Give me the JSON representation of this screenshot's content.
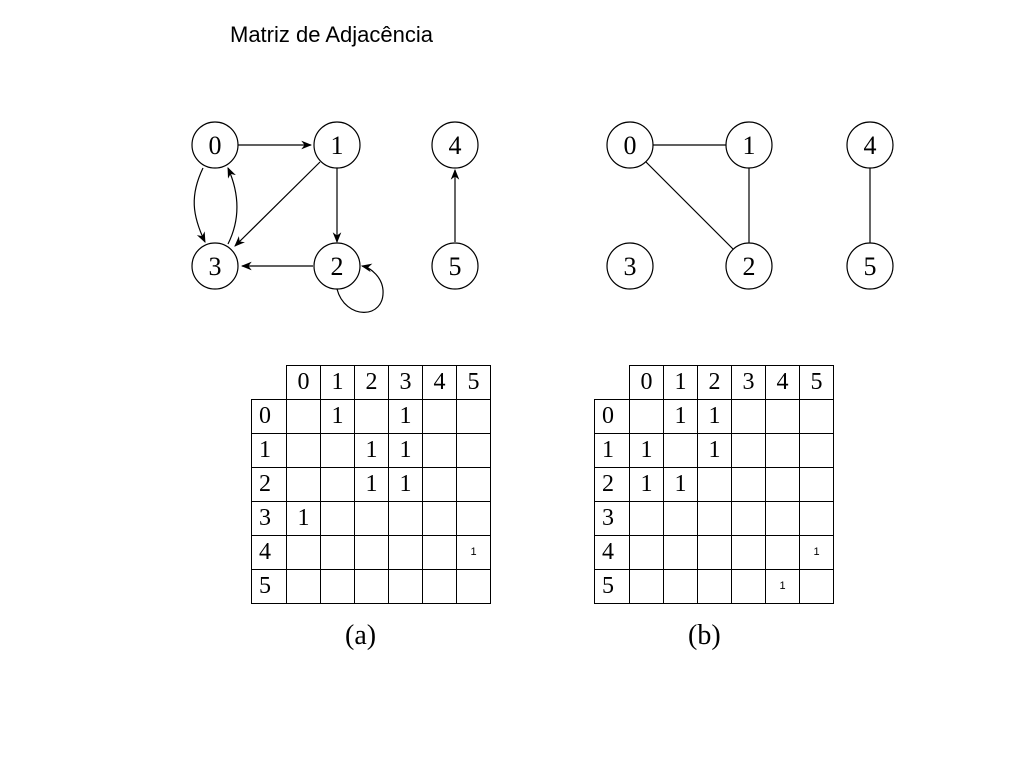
{
  "title": "Matriz de Adjacência",
  "graph_a": {
    "nodes": [
      "0",
      "1",
      "2",
      "3",
      "4",
      "5"
    ]
  },
  "graph_b": {
    "nodes": [
      "0",
      "1",
      "2",
      "3",
      "4",
      "5"
    ]
  },
  "matrix_a": {
    "headers": [
      "0",
      "1",
      "2",
      "3",
      "4",
      "5"
    ],
    "rows": [
      {
        "label": "0",
        "cells": [
          "",
          "1",
          "",
          "1",
          "",
          ""
        ]
      },
      {
        "label": "1",
        "cells": [
          "",
          "",
          "1",
          "1",
          "",
          ""
        ]
      },
      {
        "label": "2",
        "cells": [
          "",
          "",
          "1",
          "1",
          "",
          ""
        ]
      },
      {
        "label": "3",
        "cells": [
          "1",
          "",
          "",
          "",
          "",
          ""
        ]
      },
      {
        "label": "4",
        "cells": [
          "",
          "",
          "",
          "",
          "",
          "1"
        ]
      },
      {
        "label": "5",
        "cells": [
          "",
          "",
          "",
          "",
          "",
          ""
        ]
      }
    ]
  },
  "matrix_b": {
    "headers": [
      "0",
      "1",
      "2",
      "3",
      "4",
      "5"
    ],
    "rows": [
      {
        "label": "0",
        "cells": [
          "",
          "1",
          "1",
          "",
          "",
          ""
        ]
      },
      {
        "label": "1",
        "cells": [
          "1",
          "",
          "1",
          "",
          "",
          ""
        ]
      },
      {
        "label": "2",
        "cells": [
          "1",
          "1",
          "",
          "",
          "",
          ""
        ]
      },
      {
        "label": "3",
        "cells": [
          "",
          "",
          "",
          "",
          "",
          ""
        ]
      },
      {
        "label": "4",
        "cells": [
          "",
          "",
          "",
          "",
          "",
          "1"
        ]
      },
      {
        "label": "5",
        "cells": [
          "",
          "",
          "",
          "",
          "1",
          ""
        ]
      }
    ]
  },
  "caption_a": "(a)",
  "caption_b": "(b)"
}
